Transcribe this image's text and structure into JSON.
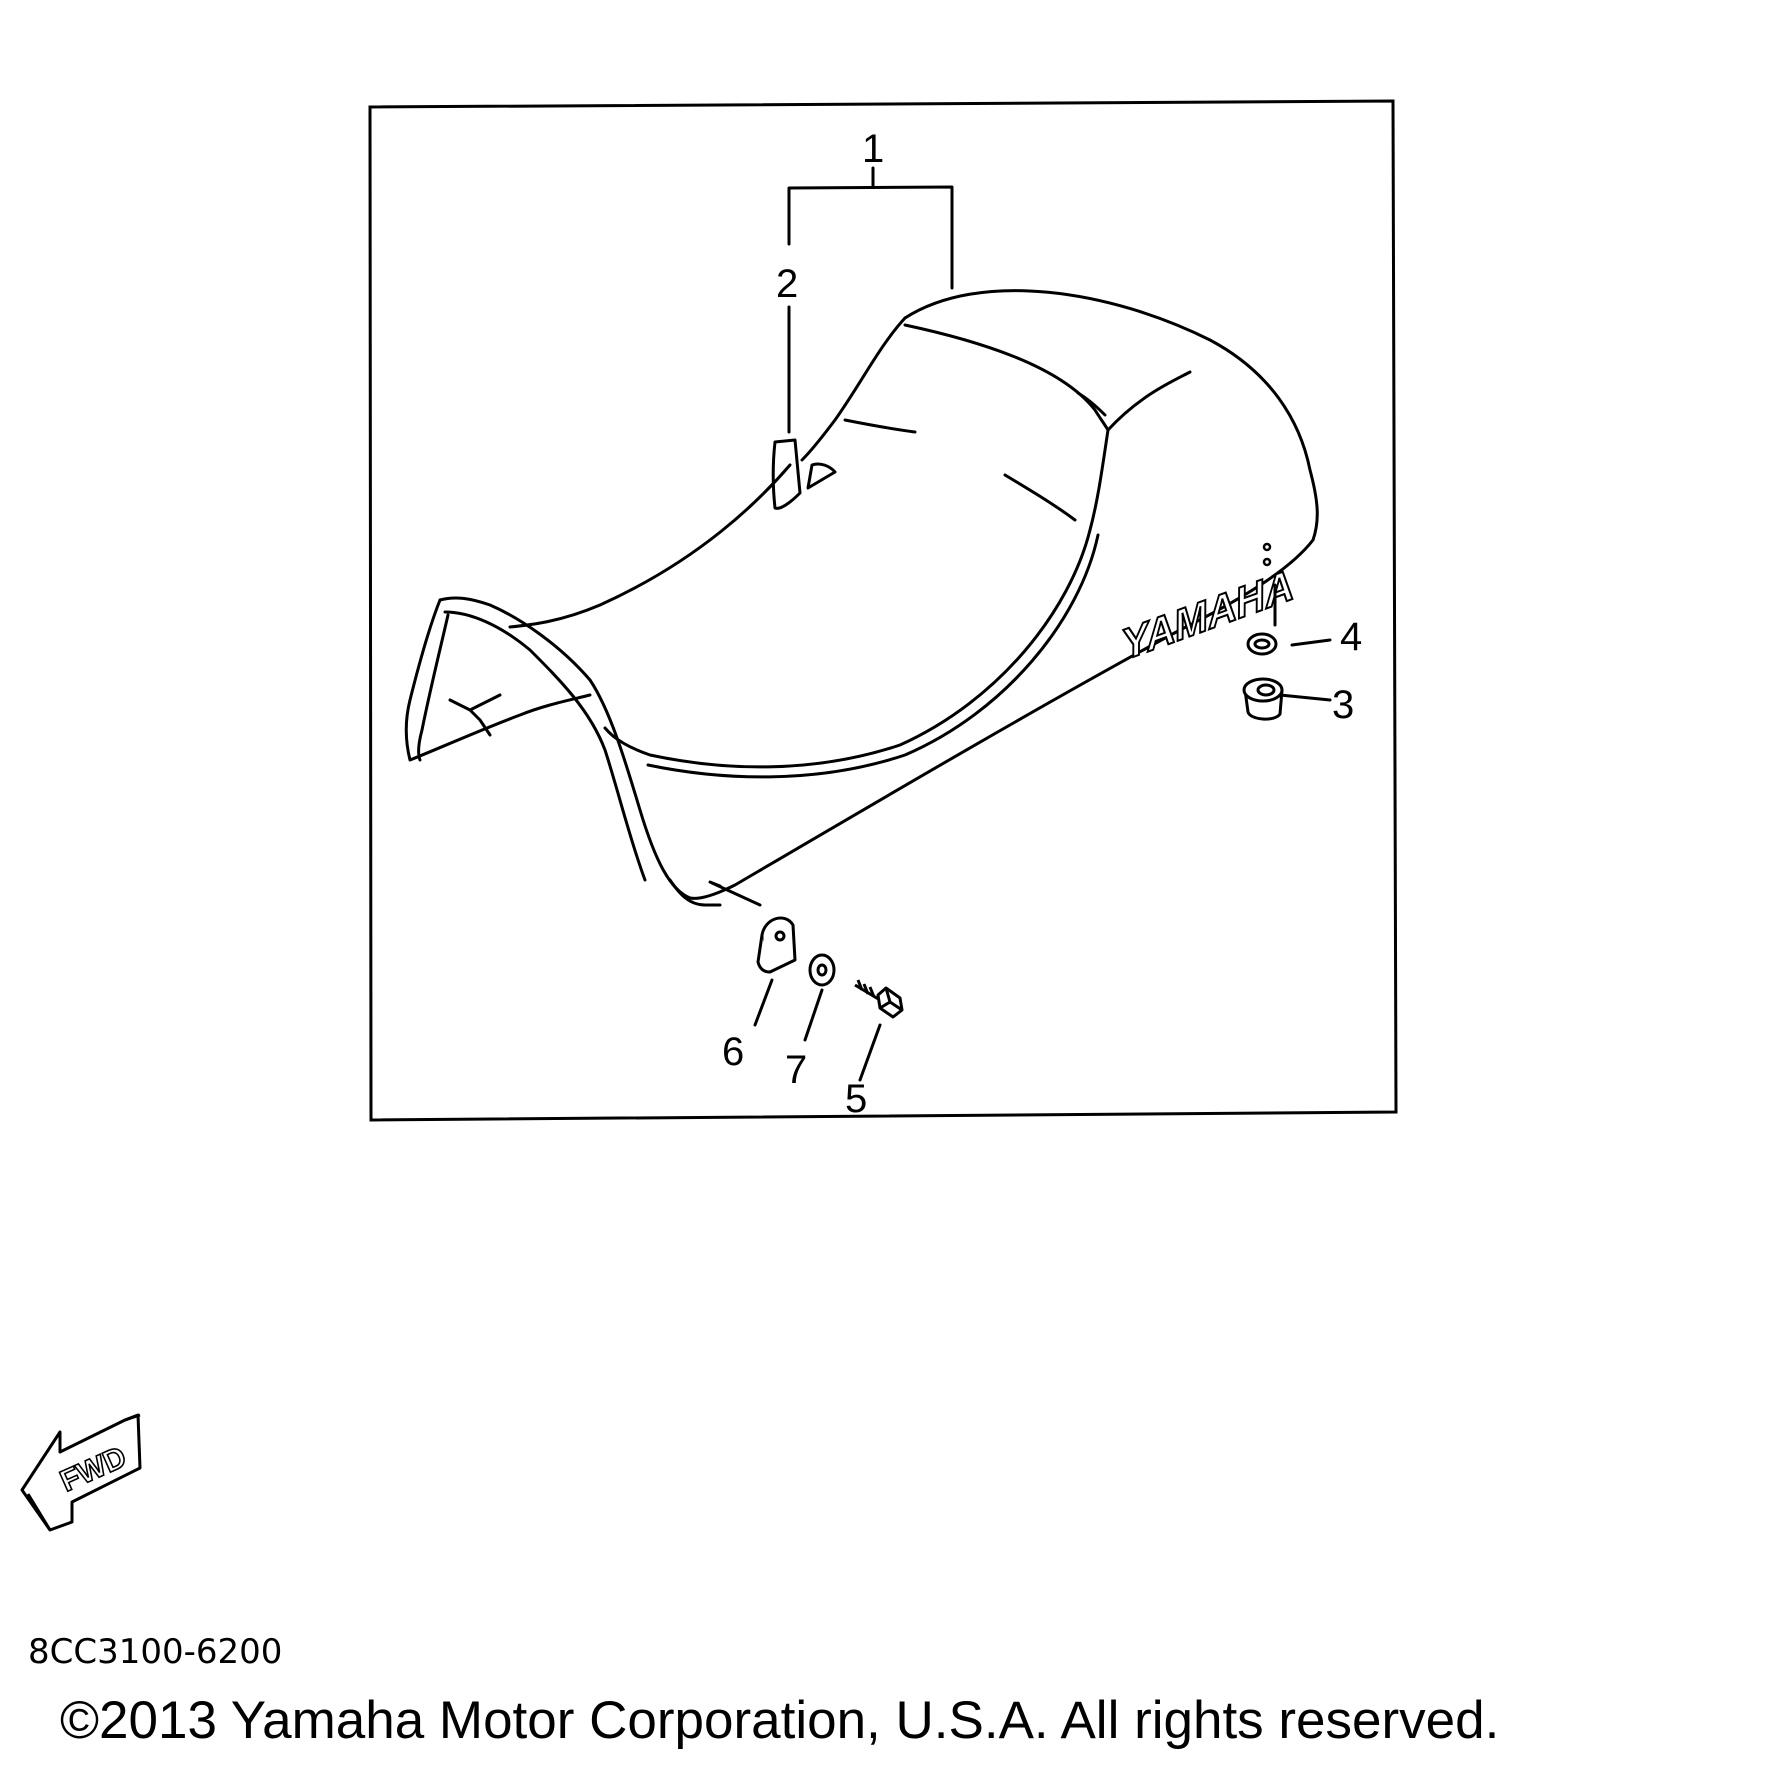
{
  "diagram": {
    "logo_text": "YAMAHA",
    "direction_label": "FWD",
    "callouts": [
      "1",
      "2",
      "3",
      "4",
      "5",
      "6",
      "7"
    ]
  },
  "footer": {
    "part_code": "8CC3100-6200",
    "copyright": "©2013 Yamaha Motor Corporation, U.S.A. All rights reserved."
  }
}
